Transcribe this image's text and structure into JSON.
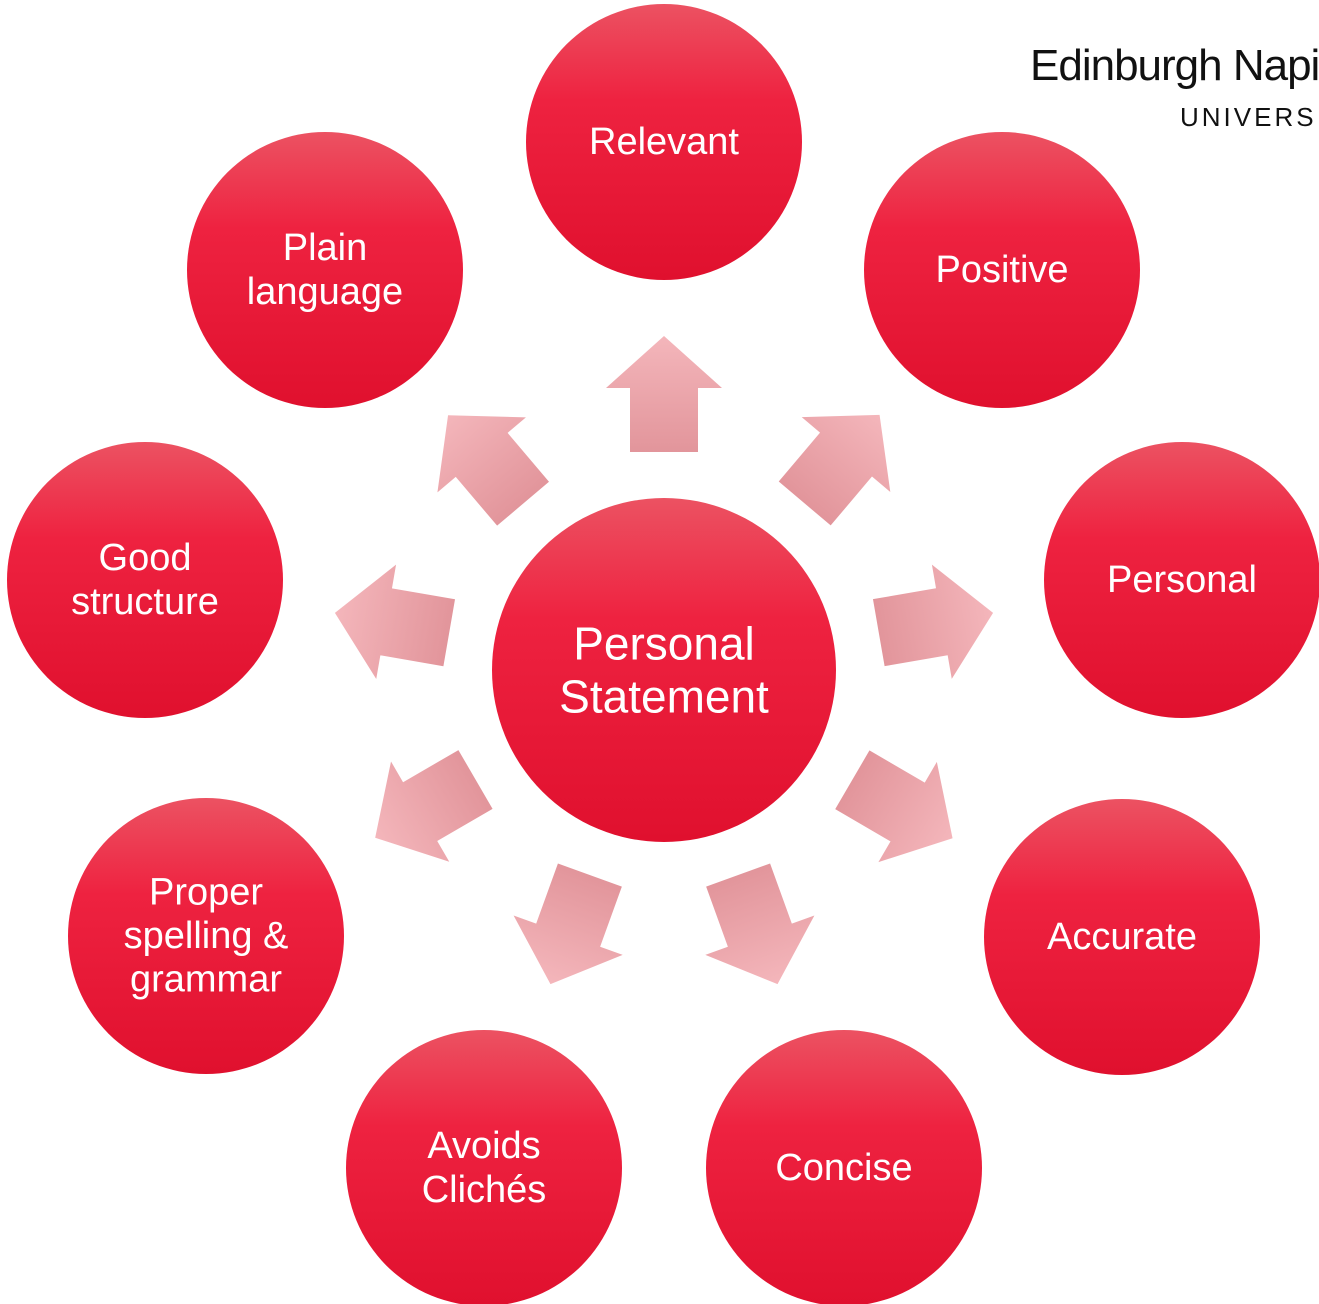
{
  "center": {
    "lines": [
      "Personal",
      "Statement"
    ]
  },
  "nodes": [
    {
      "id": "relevant",
      "lines": [
        "Relevant"
      ]
    },
    {
      "id": "positive",
      "lines": [
        "Positive"
      ]
    },
    {
      "id": "personal",
      "lines": [
        "Personal"
      ]
    },
    {
      "id": "accurate",
      "lines": [
        "Accurate"
      ]
    },
    {
      "id": "concise",
      "lines": [
        "Concise"
      ]
    },
    {
      "id": "avoids-cliches",
      "lines": [
        "Avoids",
        "Clichés"
      ]
    },
    {
      "id": "proper-spelling-grammar",
      "lines": [
        "Proper",
        "spelling &",
        "grammar"
      ]
    },
    {
      "id": "good-structure",
      "lines": [
        "Good",
        "structure"
      ]
    },
    {
      "id": "plain-language",
      "lines": [
        "Plain",
        "language"
      ]
    }
  ],
  "logo": {
    "name": "Edinburgh Napier",
    "sub": "UNIVERSITY"
  },
  "colors": {
    "node_top": "#ec5262",
    "node_mid": "#ee2240",
    "node_bottom": "#e0102e",
    "arrow_light": "#f4b6bb",
    "arrow_dark": "#e2959b",
    "text": "#ffffff"
  }
}
